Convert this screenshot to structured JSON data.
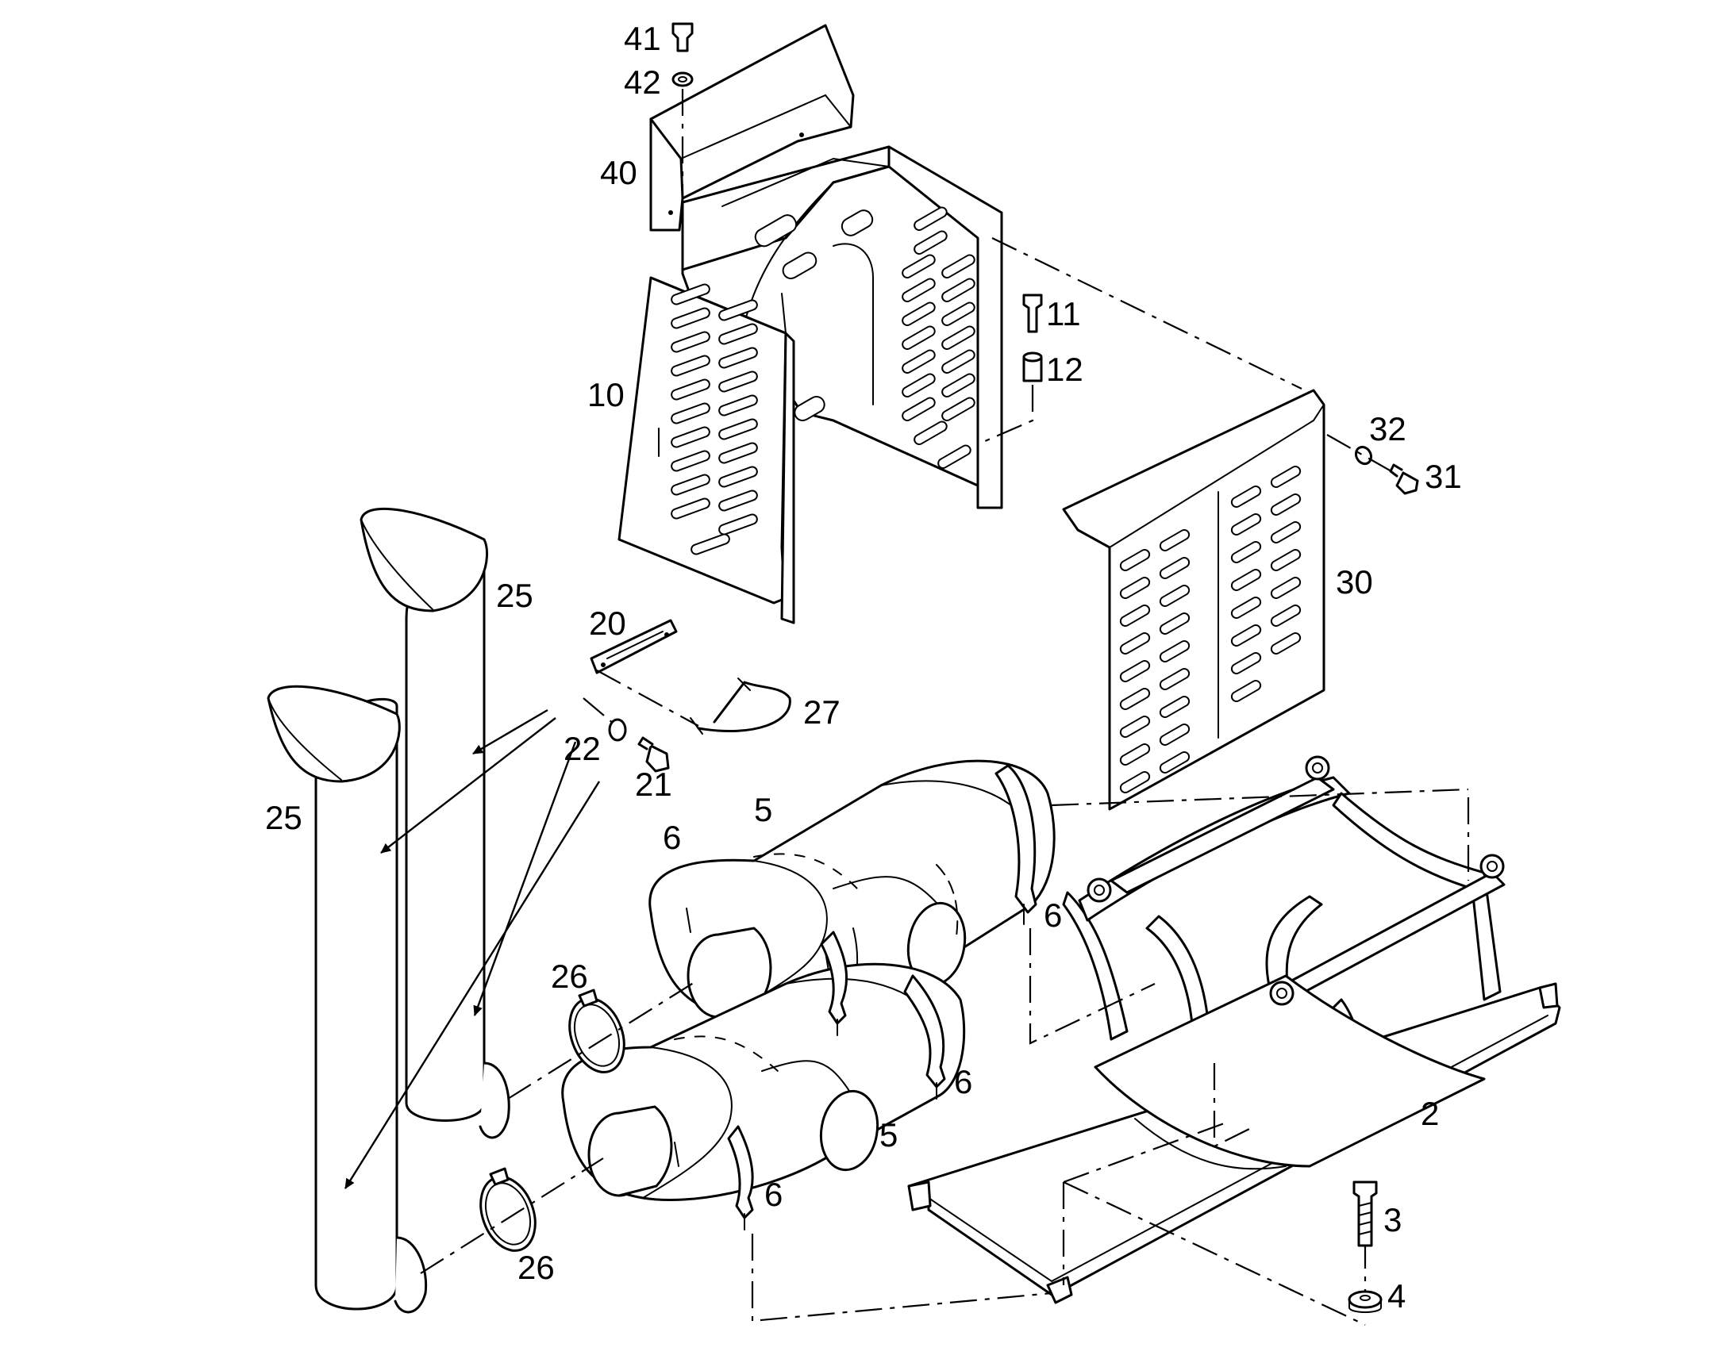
{
  "callouts": {
    "c41": "41",
    "c42": "42",
    "c40": "40",
    "c10": "10",
    "c11": "11",
    "c12": "12",
    "c32": "32",
    "c31": "31",
    "c30": "30",
    "c25a": "25",
    "c25b": "25",
    "c20": "20",
    "c27": "27",
    "c22": "22",
    "c21": "21",
    "c5a": "5",
    "c5b": "5",
    "c6a": "6",
    "c6b": "6",
    "c6c": "6",
    "c6d": "6",
    "c26a": "26",
    "c26b": "26",
    "c2": "2",
    "c3": "3",
    "c4": "4"
  }
}
